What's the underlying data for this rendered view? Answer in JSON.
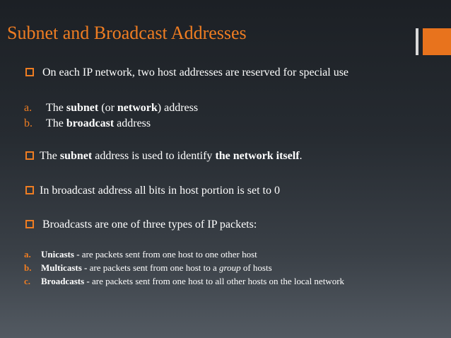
{
  "slide": {
    "title": "Subnet and Broadcast Addresses",
    "bullet1": "On each IP network, two host addresses are reserved for special use",
    "list1": [
      {
        "marker": "a.",
        "t1": "The ",
        "b1": "subnet",
        "t2": " (or ",
        "b2": "network",
        "t3": ") address"
      },
      {
        "marker": "b.",
        "t1": "The ",
        "b1": "broadcast",
        "t2": " address"
      }
    ],
    "bullet2": {
      "t1": "The ",
      "b1": "subnet",
      "t2": " address is used to identify ",
      "b2": "the network itself",
      "t3": "."
    },
    "bullet3": "In broadcast address all bits in host portion is set to 0",
    "bullet4": "Broadcasts are one of three types of IP packets:",
    "list2": [
      {
        "marker": "a.",
        "term": "Unicasts -",
        "desc": " are packets sent from one host to one other host"
      },
      {
        "marker": "b.",
        "term": "Multicasts -",
        "desc1": " are packets sent from one host to a ",
        "em": "group",
        "desc2": " of hosts"
      },
      {
        "marker": "c.",
        "term": "Broadcasts -",
        "desc": " are packets sent from one host to all other hosts on the local network"
      }
    ]
  },
  "colors": {
    "accent": "#ef7d22",
    "background": "#262b31",
    "text": "#ffffff"
  },
  "icons": {
    "bullet": "checkbox-square-icon"
  }
}
